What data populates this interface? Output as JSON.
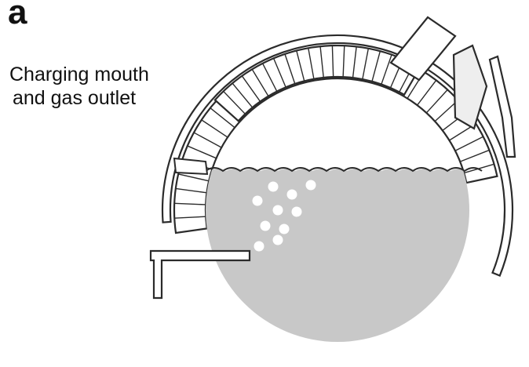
{
  "figure": {
    "panel_letter": "a",
    "label_lines": [
      "Charging mouth",
      "and gas outlet"
    ]
  },
  "colors": {
    "ink": "#2b2b2b",
    "liquid": "#c8c8c8",
    "brick": "#ffffff",
    "background": "#ffffff",
    "bubbles": "#ffffff"
  },
  "icons": {
    "vessel": "converter-vessel",
    "tuyere": "side-blowing-tuyere"
  }
}
